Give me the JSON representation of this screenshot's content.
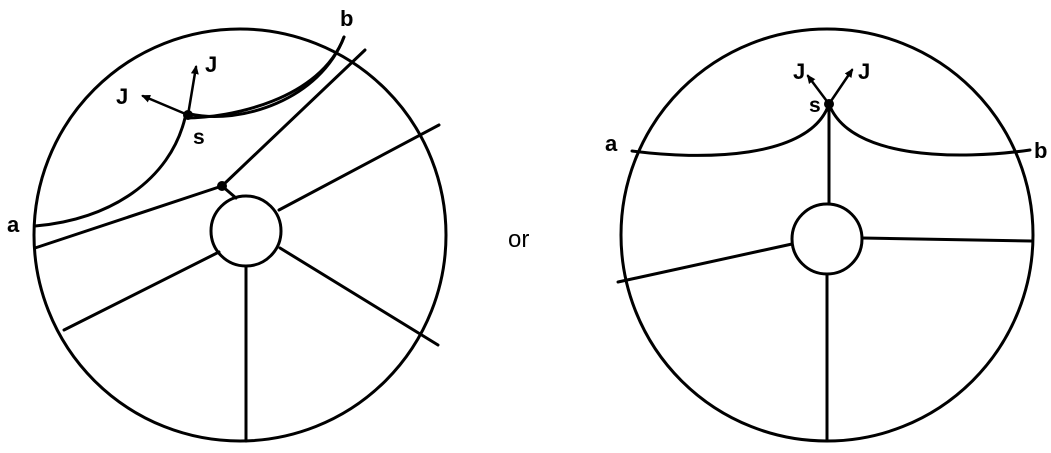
{
  "left_diagram": {
    "label_a": "a",
    "label_b": "b",
    "label_s": "s",
    "label_j1": "J",
    "label_j2": "J"
  },
  "connector": "or",
  "right_diagram": {
    "label_a": "a",
    "label_b": "b",
    "label_s": "s",
    "label_j1": "J",
    "label_j2": "J"
  },
  "colors": {
    "stroke": "#000000",
    "background": "#ffffff"
  }
}
